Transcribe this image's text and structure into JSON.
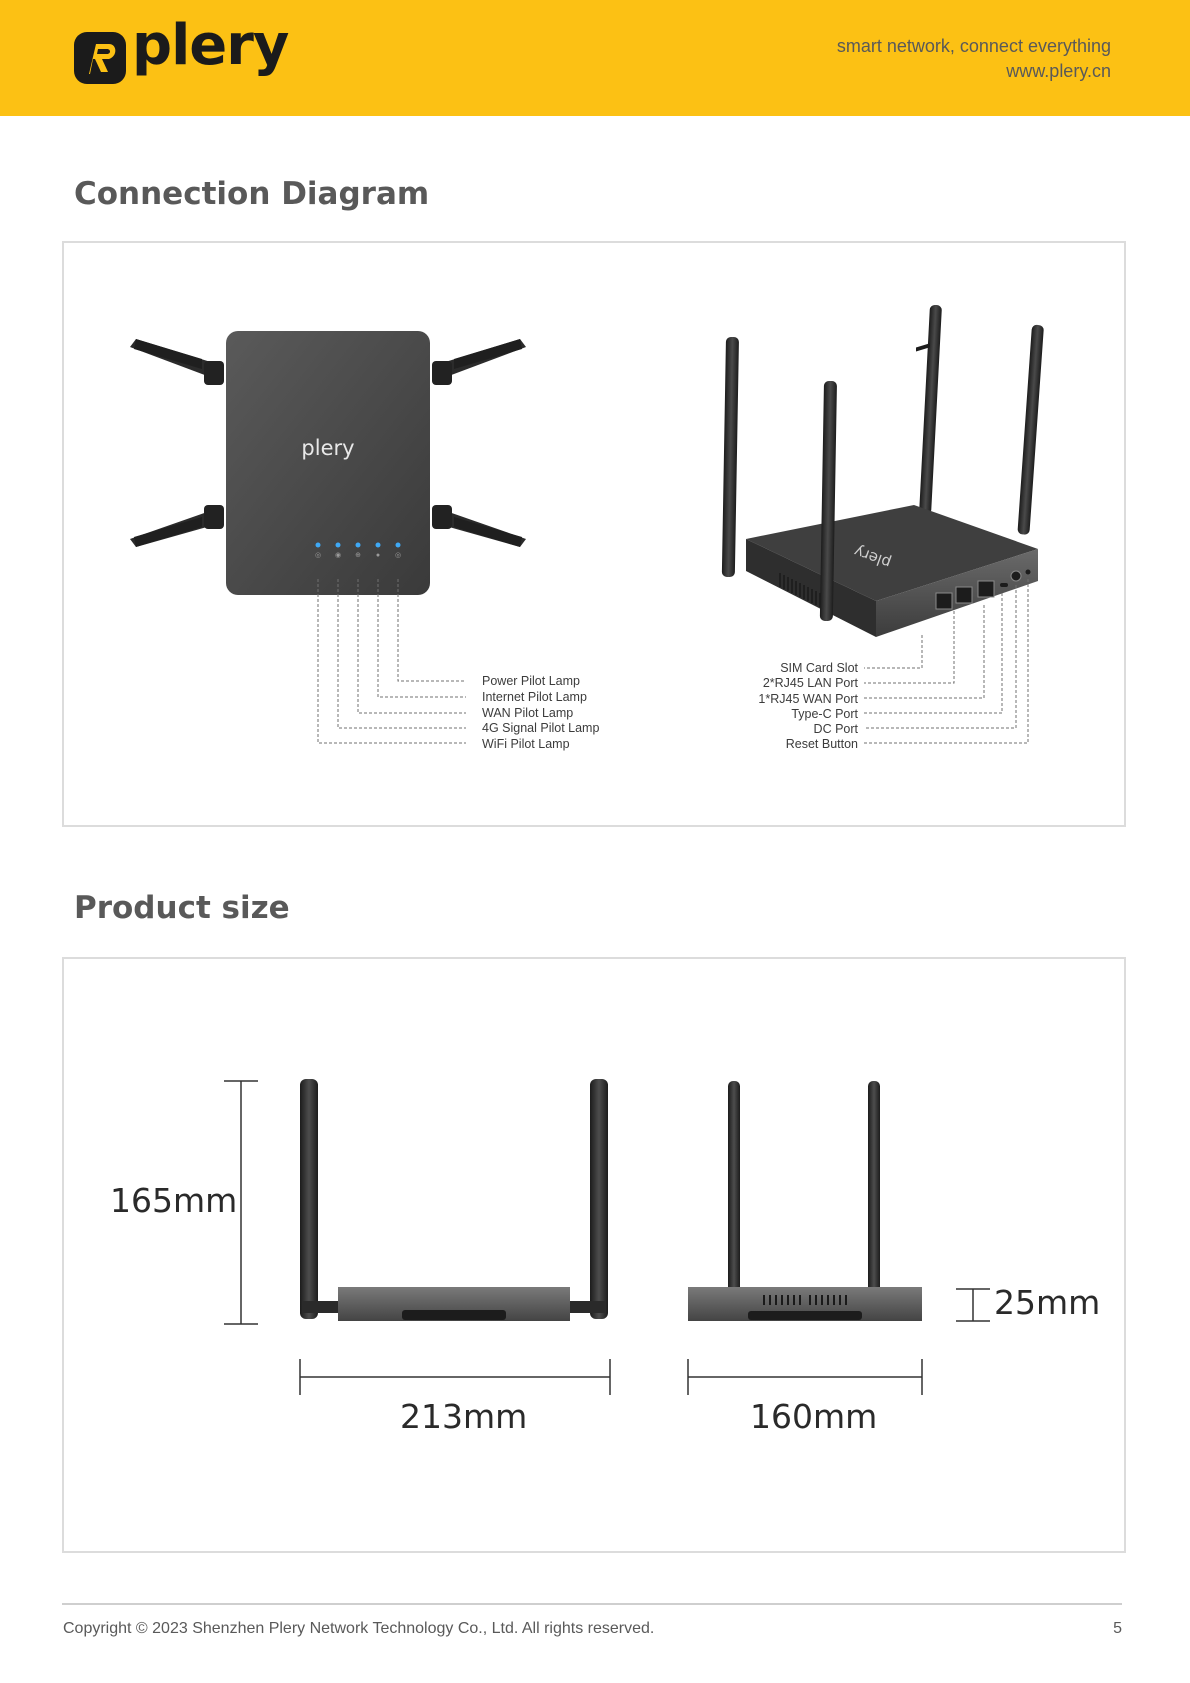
{
  "header": {
    "brand": "plery",
    "slogan": "smart network, connect everything",
    "website": "www.plery.cn",
    "accent_color": "#fcc114"
  },
  "connection_diagram": {
    "title": "Connection Diagram",
    "device_brand": "plery",
    "top_view_callouts": [
      "Power Pilot Lamp",
      "Internet Pilot Lamp",
      "WAN Pilot Lamp",
      "4G Signal Pilot Lamp",
      "WiFi Pilot Lamp"
    ],
    "rear_view_callouts": [
      "SIM Card Slot",
      "2*RJ45 LAN Port",
      "1*RJ45 WAN Port",
      "Type-C Port",
      "DC Port",
      "Reset Button"
    ]
  },
  "product_size": {
    "title": "Product size",
    "height": "165mm",
    "width": "213mm",
    "depth": "160mm",
    "thickness": "25mm"
  },
  "footer": {
    "copyright": "Copyright © 2023 Shenzhen Plery Network Technology Co., Ltd. All rights reserved.",
    "page_number": "5"
  }
}
